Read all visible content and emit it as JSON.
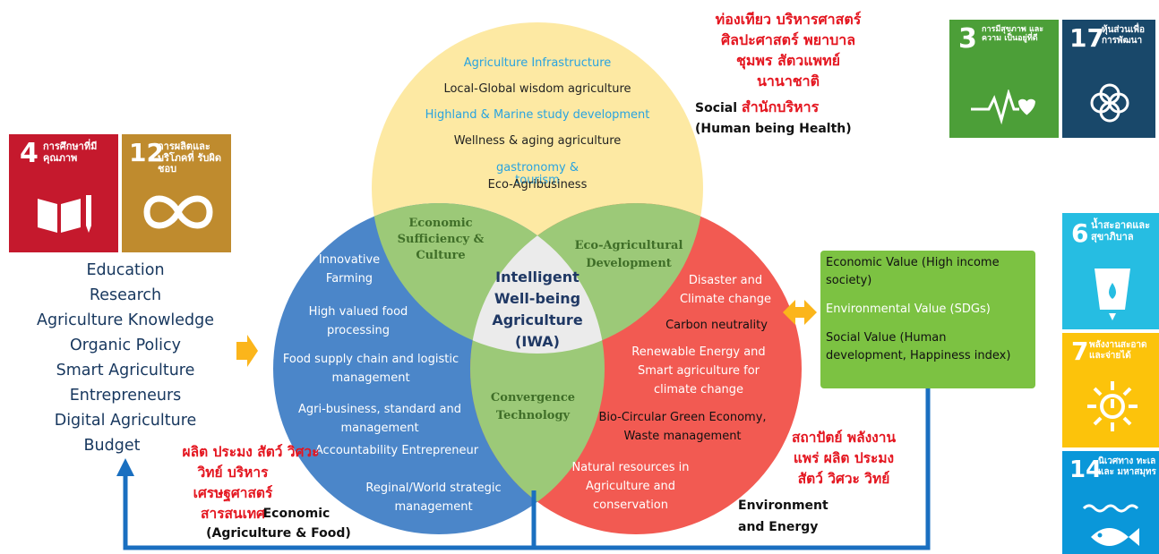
{
  "sdg_tiles": {
    "goal3": {
      "number": "3",
      "label": "การมีสุขภาพ และความ เป็นอยู่ที่ดี",
      "color": "#4c9f38"
    },
    "goal17": {
      "number": "17",
      "label": "หุ้นส่วนเพื่อ การพัฒนา",
      "color": "#19486a"
    },
    "goal4": {
      "number": "4",
      "label": "การศึกษาที่มี คุณภาพ",
      "color": "#c5192d"
    },
    "goal12": {
      "number": "12",
      "label": "การผลิตและ บริโภคที่ รับผิดชอบ",
      "color": "#bf8b2e"
    },
    "goal6": {
      "number": "6",
      "label": "น้ำสะอาดและ สุขาภิบาล",
      "color": "#26bde2"
    },
    "goal7": {
      "number": "7",
      "label": "พลังงานสะอาด และจ่ายได้",
      "color": "#fcc30b"
    },
    "goal14": {
      "number": "14",
      "label": "นิเวศทาง ทะเลและ มหาสมุทร",
      "color": "#0a97d9"
    }
  },
  "left_list": [
    "Education",
    "Research",
    "Agriculture Knowledge",
    "Organic Policy",
    "Smart Agriculture",
    "Entrepreneurs",
    "Digital Agriculture",
    "Budget"
  ],
  "yellow_circle": {
    "items": [
      {
        "text": "Agriculture Infrastructure",
        "color": "#29a3e0"
      },
      {
        "text": "Local-Global wisdom agriculture",
        "color": "#222222"
      },
      {
        "text": "Highland & Marine study development",
        "color": "#29a3e0"
      },
      {
        "text": "Wellness & aging agriculture",
        "color": "#222222"
      },
      {
        "text": "gastronomy &",
        "color": "#29a3e0"
      },
      {
        "text": "tourism",
        "color": "#29a3e0"
      },
      {
        "text": "Eco-Agribusiness",
        "color": "#222222"
      }
    ],
    "thai_lines": [
      "ท่องเทียว บริหารศาสตร์",
      "ศิลปะศาสตร์ พยาบาล",
      "ชุมพร สัตวแพทย์",
      "นานาชาติ"
    ],
    "social_label": "Social",
    "social_thai": "สำนักบริหาร",
    "social_sub": "(Human being Health)"
  },
  "blue_circle": {
    "items": [
      "Innovative Farming",
      "High valued food processing",
      "Food supply chain and logistic management",
      "Agri-business, standard and management",
      "Accountability Entrepreneur",
      "Reginal/World strategic management"
    ],
    "thai_lines": [
      "ผลิต ประมง สัตว์ วิศวะ",
      "วิทย์ บริหาร",
      "เศรษฐศาสตร์",
      "สารสนเทศ"
    ],
    "label": "Economic",
    "sub": "(Agriculture & Food)"
  },
  "red_circle": {
    "items": [
      {
        "text": "Disaster and Climate change",
        "color": "#ffffff"
      },
      {
        "text": "Carbon neutrality",
        "color": "#111111"
      },
      {
        "text": "Renewable Energy and Smart agriculture for climate change",
        "color": "#ffffff"
      },
      {
        "text": "Bio-Circular Green Economy, Waste management",
        "color": "#111111"
      },
      {
        "text": "Natural resources in Agriculture and conservation",
        "color": "#ffffff"
      }
    ],
    "thai_lines": [
      "สถาปัตย์ พลังงาน",
      "แพร่ ผลิต ประมง",
      "สัตว์ วิศวะ วิทย์"
    ],
    "label": "Environment",
    "sub": "and Energy"
  },
  "overlaps": {
    "yellow_blue": "Economic Sufficiency & Culture",
    "yellow_red": "Eco-Agricultural Development",
    "blue_red": "Convergence Technology",
    "center_line1": "Intelligent",
    "center_line2": "Well-being",
    "center_line3": "Agriculture",
    "center_line4": "(IWA)"
  },
  "value_box": {
    "items": [
      {
        "text": "Economic Value (High income society)",
        "color": "#111111"
      },
      {
        "text": "Environmental Value (SDGs)",
        "color": "#ffffff"
      },
      {
        "text": "Social Value (Human development, Happiness index)",
        "color": "#111111"
      }
    ]
  },
  "colors": {
    "yellow": "#fde9a3",
    "blue": "#4b86c9",
    "red": "#f25a52",
    "green": "#9cc978",
    "center": "#ebebeb",
    "arrow_blue": "#1a6fc0",
    "arrow_orange": "#fbb51b",
    "box_green": "#7cc242"
  }
}
